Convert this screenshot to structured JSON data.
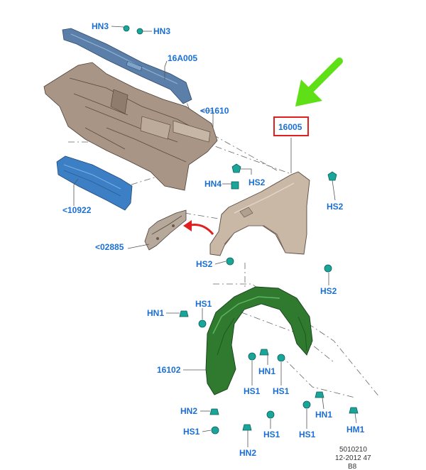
{
  "colors": {
    "label": "#1a6fd6",
    "fender": "#c9b8a6",
    "dash_panel": "#a89585",
    "crossmember": "#5b7fa8",
    "wheel_liner": "#2f7a2f",
    "bracket_blue": "#3d7fc4",
    "clip": "#1aa59a",
    "arrow_green": "#5fe016",
    "arrow_red": "#e02020",
    "highlight_box": "#e02020"
  },
  "labels": {
    "hn3_a": "HN3",
    "hn3_b": "HN3",
    "p16a005": "16A005",
    "p01610": "<01610",
    "p16005": "16005",
    "hs2_a": "HS2",
    "hn4": "HN4",
    "hs2_b": "HS2",
    "p10922": "<10922",
    "p02885": "<02885",
    "hs2_c": "HS2",
    "hs2_d": "HS2",
    "hn1_a": "HN1",
    "hs1_a": "HS1",
    "p16102": "16102",
    "hn1_b": "HN1",
    "hs1_b": "HS1",
    "hs1_c": "HS1",
    "hn1_c": "HN1",
    "hn2_a": "HN2",
    "hs1_d": "HS1",
    "hs1_e": "HS1",
    "hs1_f": "HS1",
    "hm1": "HM1",
    "hn2_b": "HN2"
  },
  "footer": {
    "line1": "5010210",
    "line2": "12-2012 47",
    "line3": "B8"
  },
  "icons": {
    "green_arrow": "arrow-down-left-icon",
    "red_arrow": "curved-arrow-icon"
  }
}
